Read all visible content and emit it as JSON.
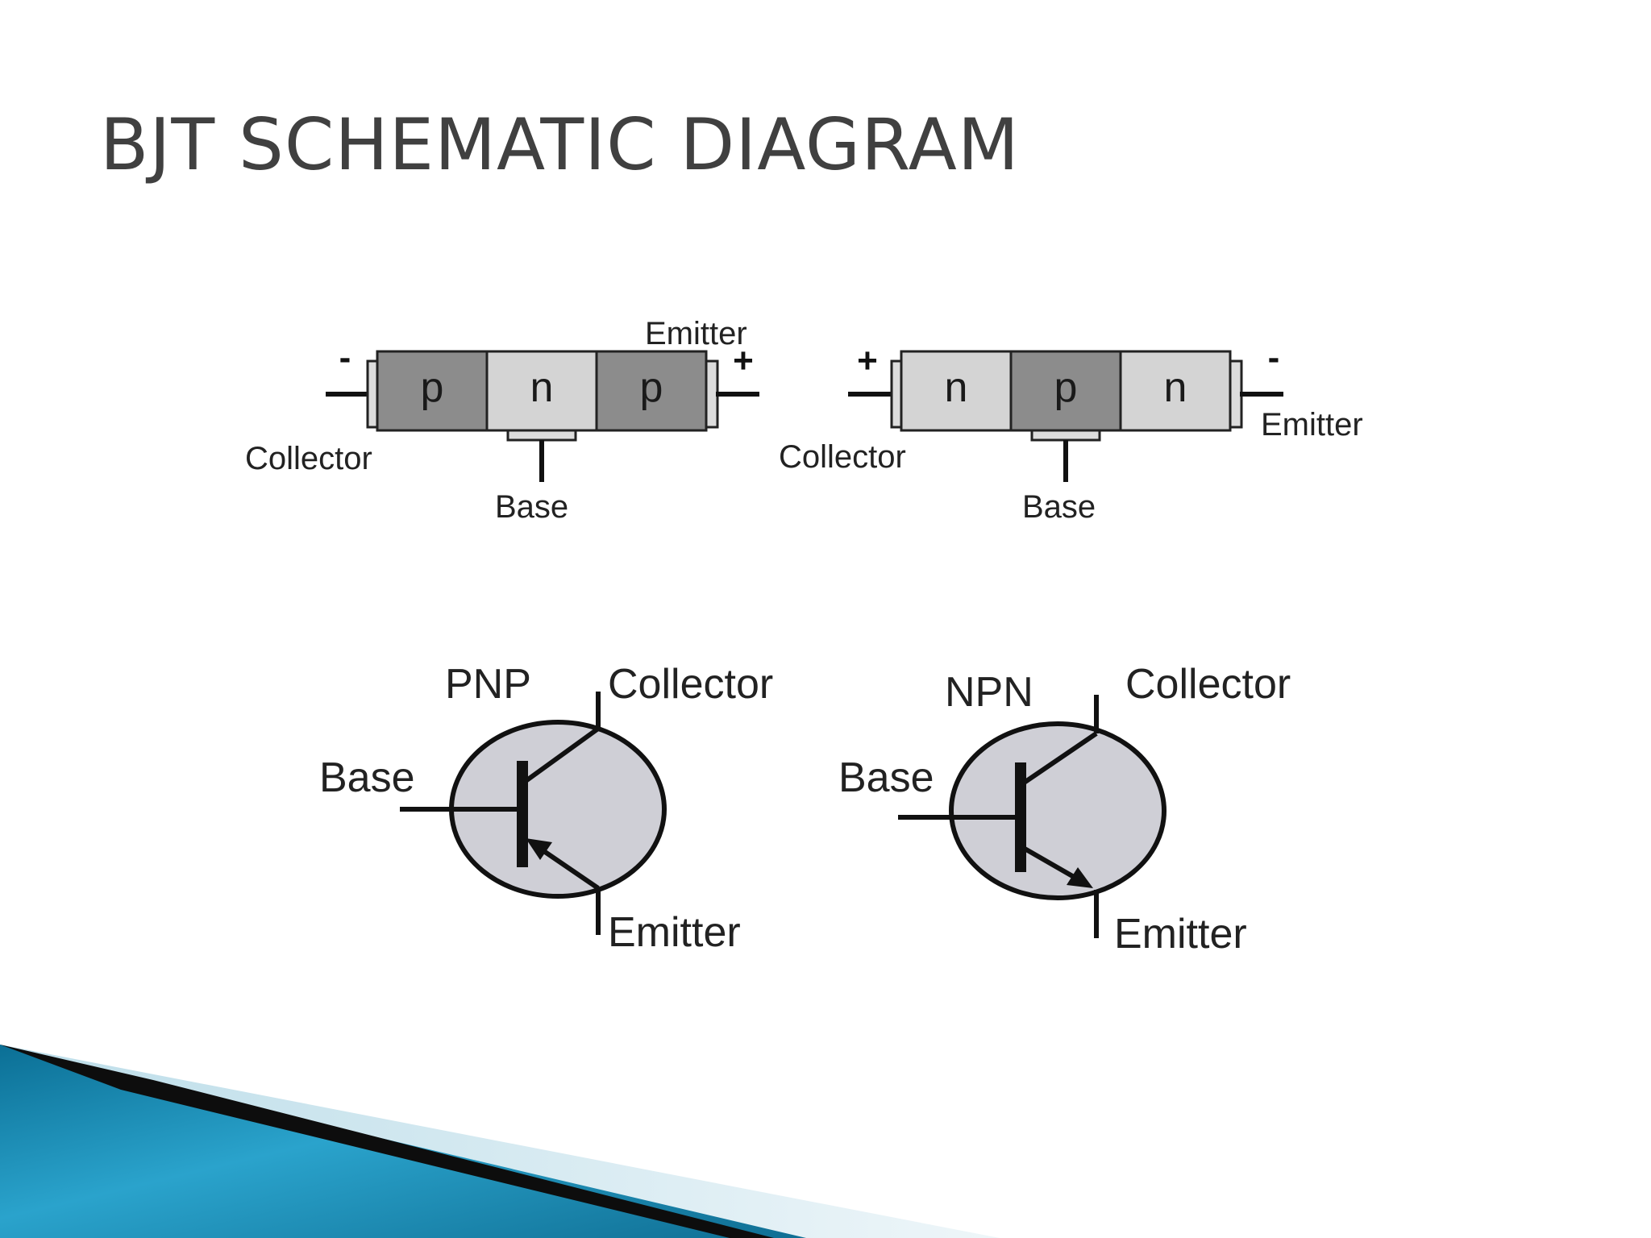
{
  "slide": {
    "title": "BJT SCHEMATIC DIAGRAM"
  },
  "pnp_block": {
    "segments": [
      "p",
      "n",
      "p"
    ],
    "collector_label": "Collector",
    "base_label": "Base",
    "emitter_label": "Emitter",
    "collector_polarity": "-",
    "emitter_polarity": "+"
  },
  "npn_block": {
    "segments": [
      "n",
      "p",
      "n"
    ],
    "collector_label": "Collector",
    "base_label": "Base",
    "emitter_label": "Emitter",
    "collector_polarity": "+",
    "emitter_polarity": "-"
  },
  "pnp_symbol": {
    "type_label": "PNP",
    "collector_label": "Collector",
    "base_label": "Base",
    "emitter_label": "Emitter"
  },
  "npn_symbol": {
    "type_label": "NPN",
    "collector_label": "Collector",
    "base_label": "Base",
    "emitter_label": "Emitter"
  },
  "colors": {
    "title": "#404040",
    "p_region": "#8c8c8c",
    "n_region": "#d4d4d4",
    "symbol_fill": "#cfcfd6",
    "banner_dark": "#0d0d0d",
    "banner_teal": "#1a8fb8",
    "banner_light": "#cfe6ee"
  },
  "icons": {
    "banner": "bottom-left-swoosh-banner"
  }
}
